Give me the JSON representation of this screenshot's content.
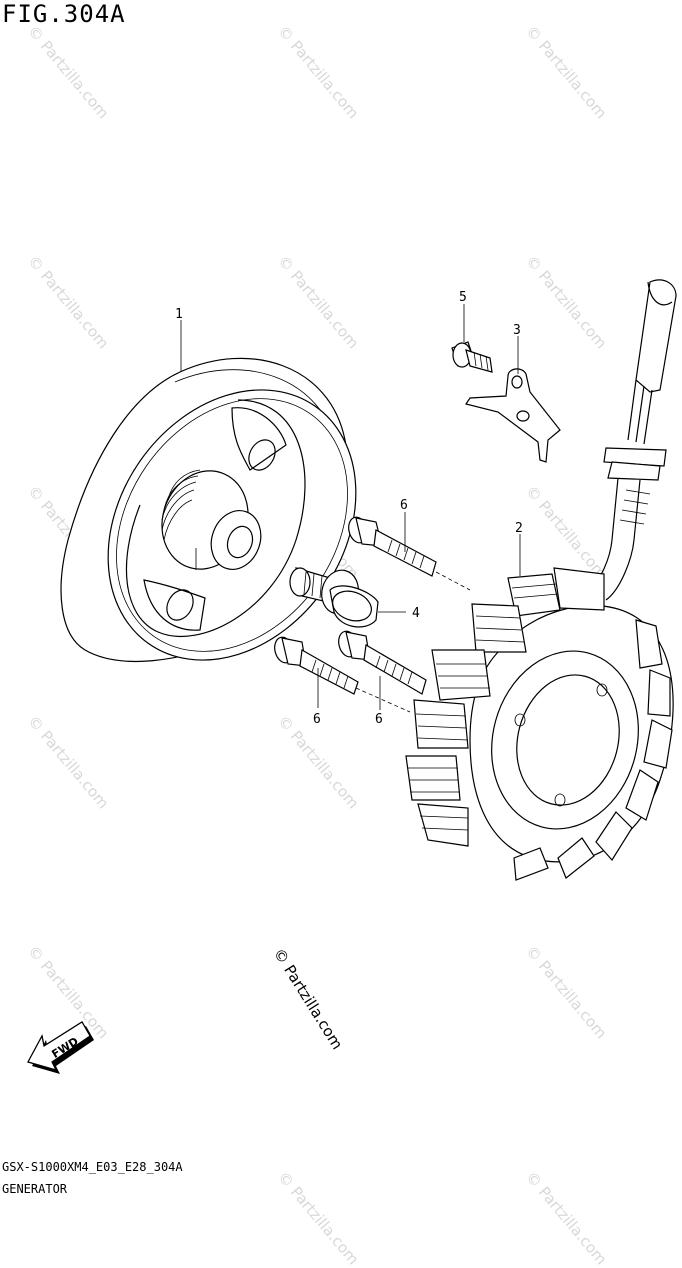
{
  "figure": {
    "title": "FIG.304A",
    "code": "GSX-S1000XM4_E03_E28_304A",
    "name": "GENERATOR"
  },
  "watermark": {
    "text": "© Partzilla.com"
  },
  "callouts": [
    {
      "id": "part-1",
      "label": "1"
    },
    {
      "id": "part-2",
      "label": "2"
    },
    {
      "id": "part-3",
      "label": "3"
    },
    {
      "id": "part-4",
      "label": "4"
    },
    {
      "id": "part-5",
      "label": "5"
    },
    {
      "id": "part-6a",
      "label": "6"
    },
    {
      "id": "part-6b",
      "label": "6"
    },
    {
      "id": "part-6c",
      "label": "6"
    }
  ],
  "fwd_arrow": {
    "label": "FWD"
  }
}
